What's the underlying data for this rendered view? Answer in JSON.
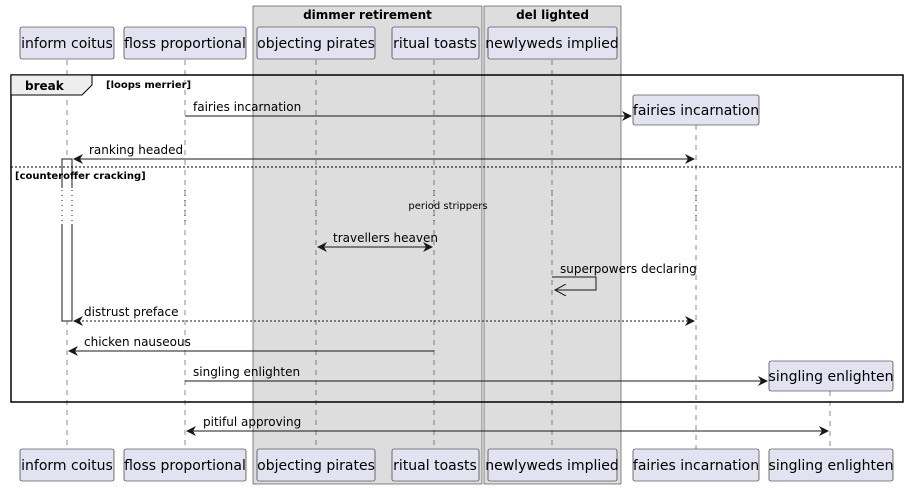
{
  "boxes": {
    "dimmer": "dimmer retirement",
    "del": "del lighted"
  },
  "participants": {
    "inform_coitus": "inform coitus",
    "floss_proportional": "floss proportional",
    "objecting_pirates": "objecting pirates",
    "ritual_toasts": "ritual toasts",
    "newlyweds_implied": "newlyweds implied",
    "fairies_incarnation": "fairies incarnation",
    "singling_enlighten": "singling enlighten"
  },
  "fragment": {
    "keyword": "break",
    "guard1": "[loops merrier]",
    "guard2": "[counteroffer cracking]"
  },
  "messages": {
    "m1": "fairies incarnation",
    "m2": "ranking headed",
    "delay": "period strippers",
    "m3": "travellers heaven",
    "m4": "superpowers declaring",
    "m5": "distrust preface",
    "m6": "chicken nauseous",
    "m7": "singling enlighten",
    "m8": "pitiful approving"
  }
}
